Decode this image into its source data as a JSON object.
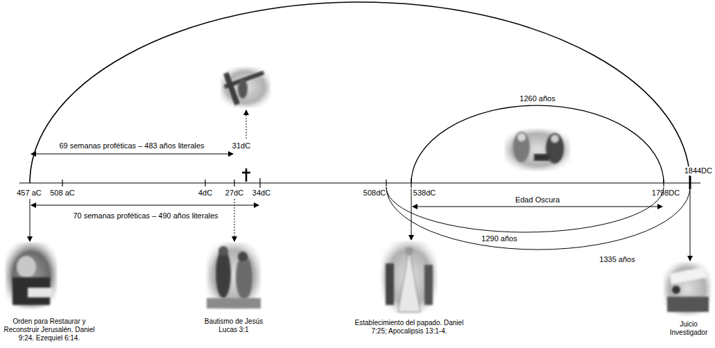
{
  "diagram": {
    "labels": [
      "69 semanas proféticas – 483 años literales",
      "31dC",
      "1260 años",
      "457 aC",
      "508 aC",
      "4dC",
      "27dC",
      "34dC",
      "508dC",
      "538dC",
      "1798DC",
      "1844DC",
      "70 semanas proféticas – 490 años literales",
      "Edad Oscura",
      "1290 años",
      "1335 años",
      "Orden para Restaurar y Reconstruir Jerusalén. Daniel 9:24. Ezequiel 6:14.",
      "Bautismo de Jesús Lucas 3:1",
      "Establecimiento del papado. Daniel 7:25; Apocalipsis 13:1-4.",
      "Juicio Investigador"
    ]
  }
}
